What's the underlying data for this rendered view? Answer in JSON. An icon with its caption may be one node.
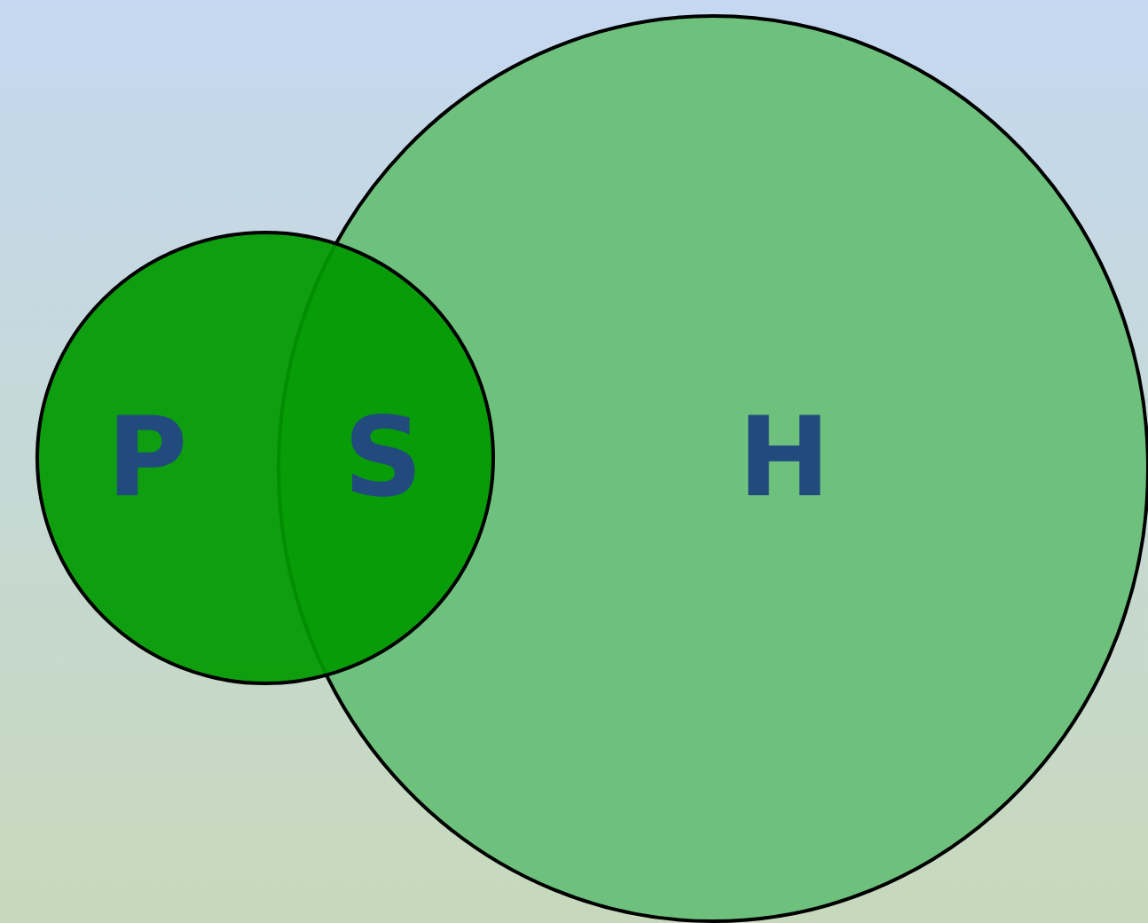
{
  "diagram": {
    "nodes": [
      {
        "text": [
          "P",
          "S"
        ]
      },
      {
        "text": [
          "H"
        ]
      }
    ]
  }
}
